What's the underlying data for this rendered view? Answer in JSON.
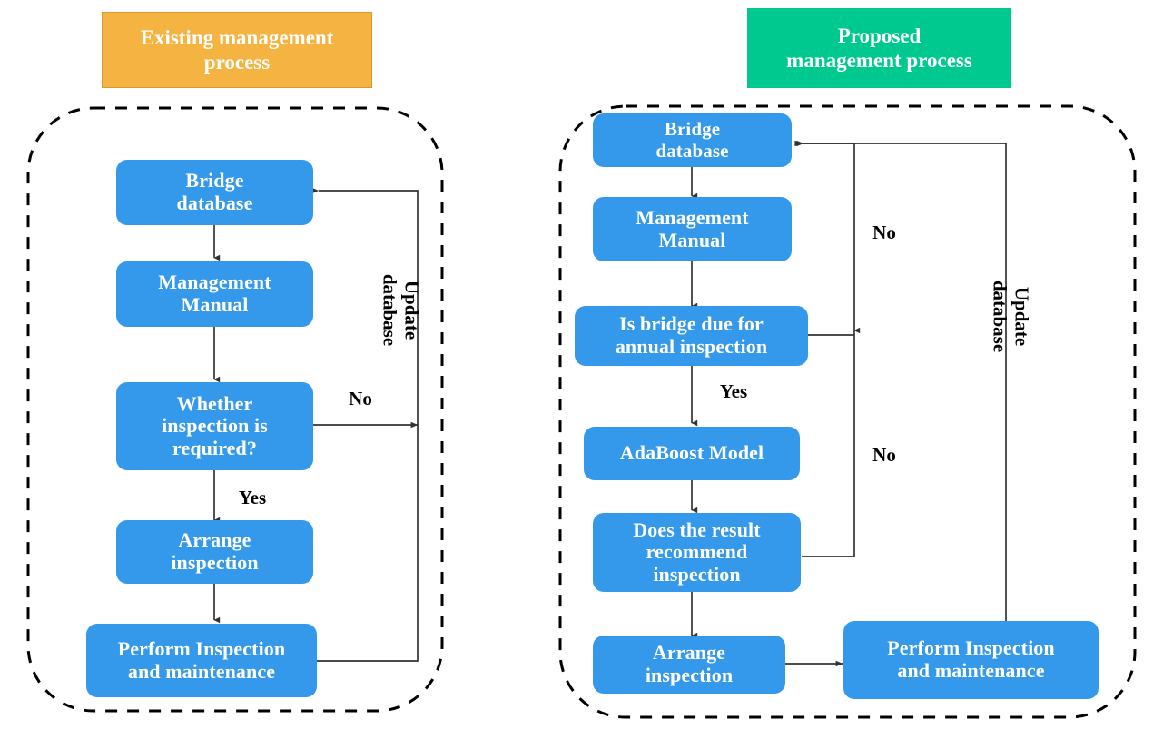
{
  "diagram": {
    "title_left": "Existing management\nprocess",
    "title_right": "Proposed\nmanagement process",
    "colors": {
      "existing_header": "#f5b342",
      "proposed_header": "#00c98f",
      "node": "#3498eb",
      "node_text": "#ffffff",
      "edge": "#444444",
      "container_border": "#000000"
    },
    "left_panel": {
      "nodes": [
        {
          "id": "bridge-database",
          "label": "Bridge\ndatabase"
        },
        {
          "id": "management-manual",
          "label": "Management\nManual"
        },
        {
          "id": "whether-inspection-required",
          "label": "Whether\ninspection is\nrequired?"
        },
        {
          "id": "arrange-inspection",
          "label": "Arrange\ninspection"
        },
        {
          "id": "perform-inspection",
          "label": "Perform Inspection\nand maintenance"
        }
      ],
      "edge_labels": {
        "no": "No",
        "yes": "Yes",
        "update_database": "Update\ndatabase"
      }
    },
    "right_panel": {
      "nodes": [
        {
          "id": "bridge-database",
          "label": "Bridge\ndatabase"
        },
        {
          "id": "management-manual",
          "label": "Management\nManual"
        },
        {
          "id": "is-bridge-due",
          "label": "Is bridge due for\nannual inspection"
        },
        {
          "id": "adaboost-model",
          "label": "AdaBoost Model"
        },
        {
          "id": "does-result-recommend",
          "label": "Does the result\nrecommend\ninspection"
        },
        {
          "id": "arrange-inspection",
          "label": "Arrange\ninspection"
        },
        {
          "id": "perform-inspection",
          "label": "Perform Inspection\nand maintenance"
        }
      ],
      "edge_labels": {
        "no_upper": "No",
        "no_lower": "No",
        "yes": "Yes",
        "update_database": "Update\ndatabase"
      }
    }
  }
}
